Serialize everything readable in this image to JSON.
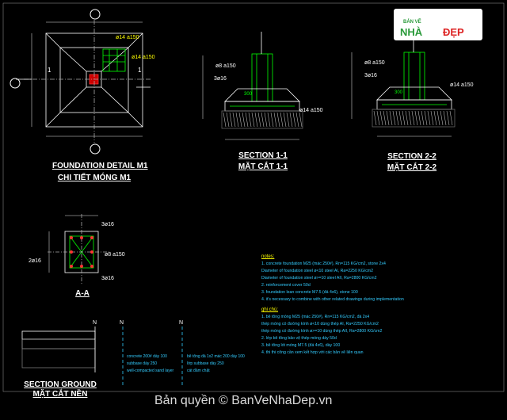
{
  "logo": {
    "line1": "BẢN VẼ",
    "line2": "NHÀ",
    "line3": "ĐẸP"
  },
  "watermark": "Bản quyền © BanVeNhaDep.vn",
  "foundation": {
    "title": "FOUNDATION DETAIL M1",
    "subtitle": "CHI TIẾT MÓNG M1",
    "bar_top": "ø14 a150",
    "bar_mid": "ø14 a150",
    "section_mark": "1"
  },
  "section11": {
    "title": "SECTION 1-1",
    "subtitle": "MẶT CẮT 1-1",
    "bar1": "ø8 a150",
    "bar2": "3ø16",
    "bar3": "ø14 a150",
    "dim1": "300"
  },
  "section22": {
    "title": "SECTION 2-2",
    "subtitle": "MẶT CẮT 2-2",
    "bar1": "ø8 a150",
    "bar2": "3ø16",
    "bar3": "ø14 a150",
    "dim1": "300"
  },
  "aa": {
    "title": "A-A",
    "bar_top": "3ø16",
    "bar_left": "2ø16",
    "bar_right": "ø8 a150",
    "bar_bottom": "3ø16"
  },
  "ground": {
    "title": "SECTION GROUND",
    "subtitle": "MẶT CẮT NỀN",
    "mark": "N"
  },
  "notes": {
    "heading_en": "notes:",
    "en": [
      "1. concrete foundation M25 (mác 250#), Rn=115 KG/cm2, stone 2x4",
      "   Diameter of foundation steel ø<10 steel AI, Ra=2250 KG/cm2",
      "   Diameter of foundation steel ø>=10 steel AII, Ra=2800 KG/cm2",
      "2. reinforcement cover 50d",
      "3. foundation lean concrete M7.5 (đá 4x6), stone 100",
      "4. it's necessary to combine with other related drawings during implementation"
    ],
    "heading_vn": "ghi chú:",
    "vn": [
      "1. bê tông móng M25 (mác 250#), Rn=115 KG/cm2, đá 2x4",
      "   thép móng có đường kính ø<10 dùng thép AI, Ra=2250 KG/cm2",
      "   thép móng có đường kính ø>=10 dùng thép AII, Ra=2800 KG/cm2",
      "2. lớp bê tông bảo vệ thép móng dày 50d",
      "3. bê tông lót móng M7.5 (đá 4x6), dày 100",
      "4. thi thi công cần xem kết hợp với các bản vẽ liên quan"
    ]
  },
  "ground_layers": [
    "concrete 200# dày 100",
    "subbase dày 250",
    "well-compacted sand layer"
  ],
  "ground_layers_vn": [
    "bê tông đá 1x2 mác 200 dày 100",
    "lớp subbase dày 250",
    "cát đầm chặt"
  ]
}
